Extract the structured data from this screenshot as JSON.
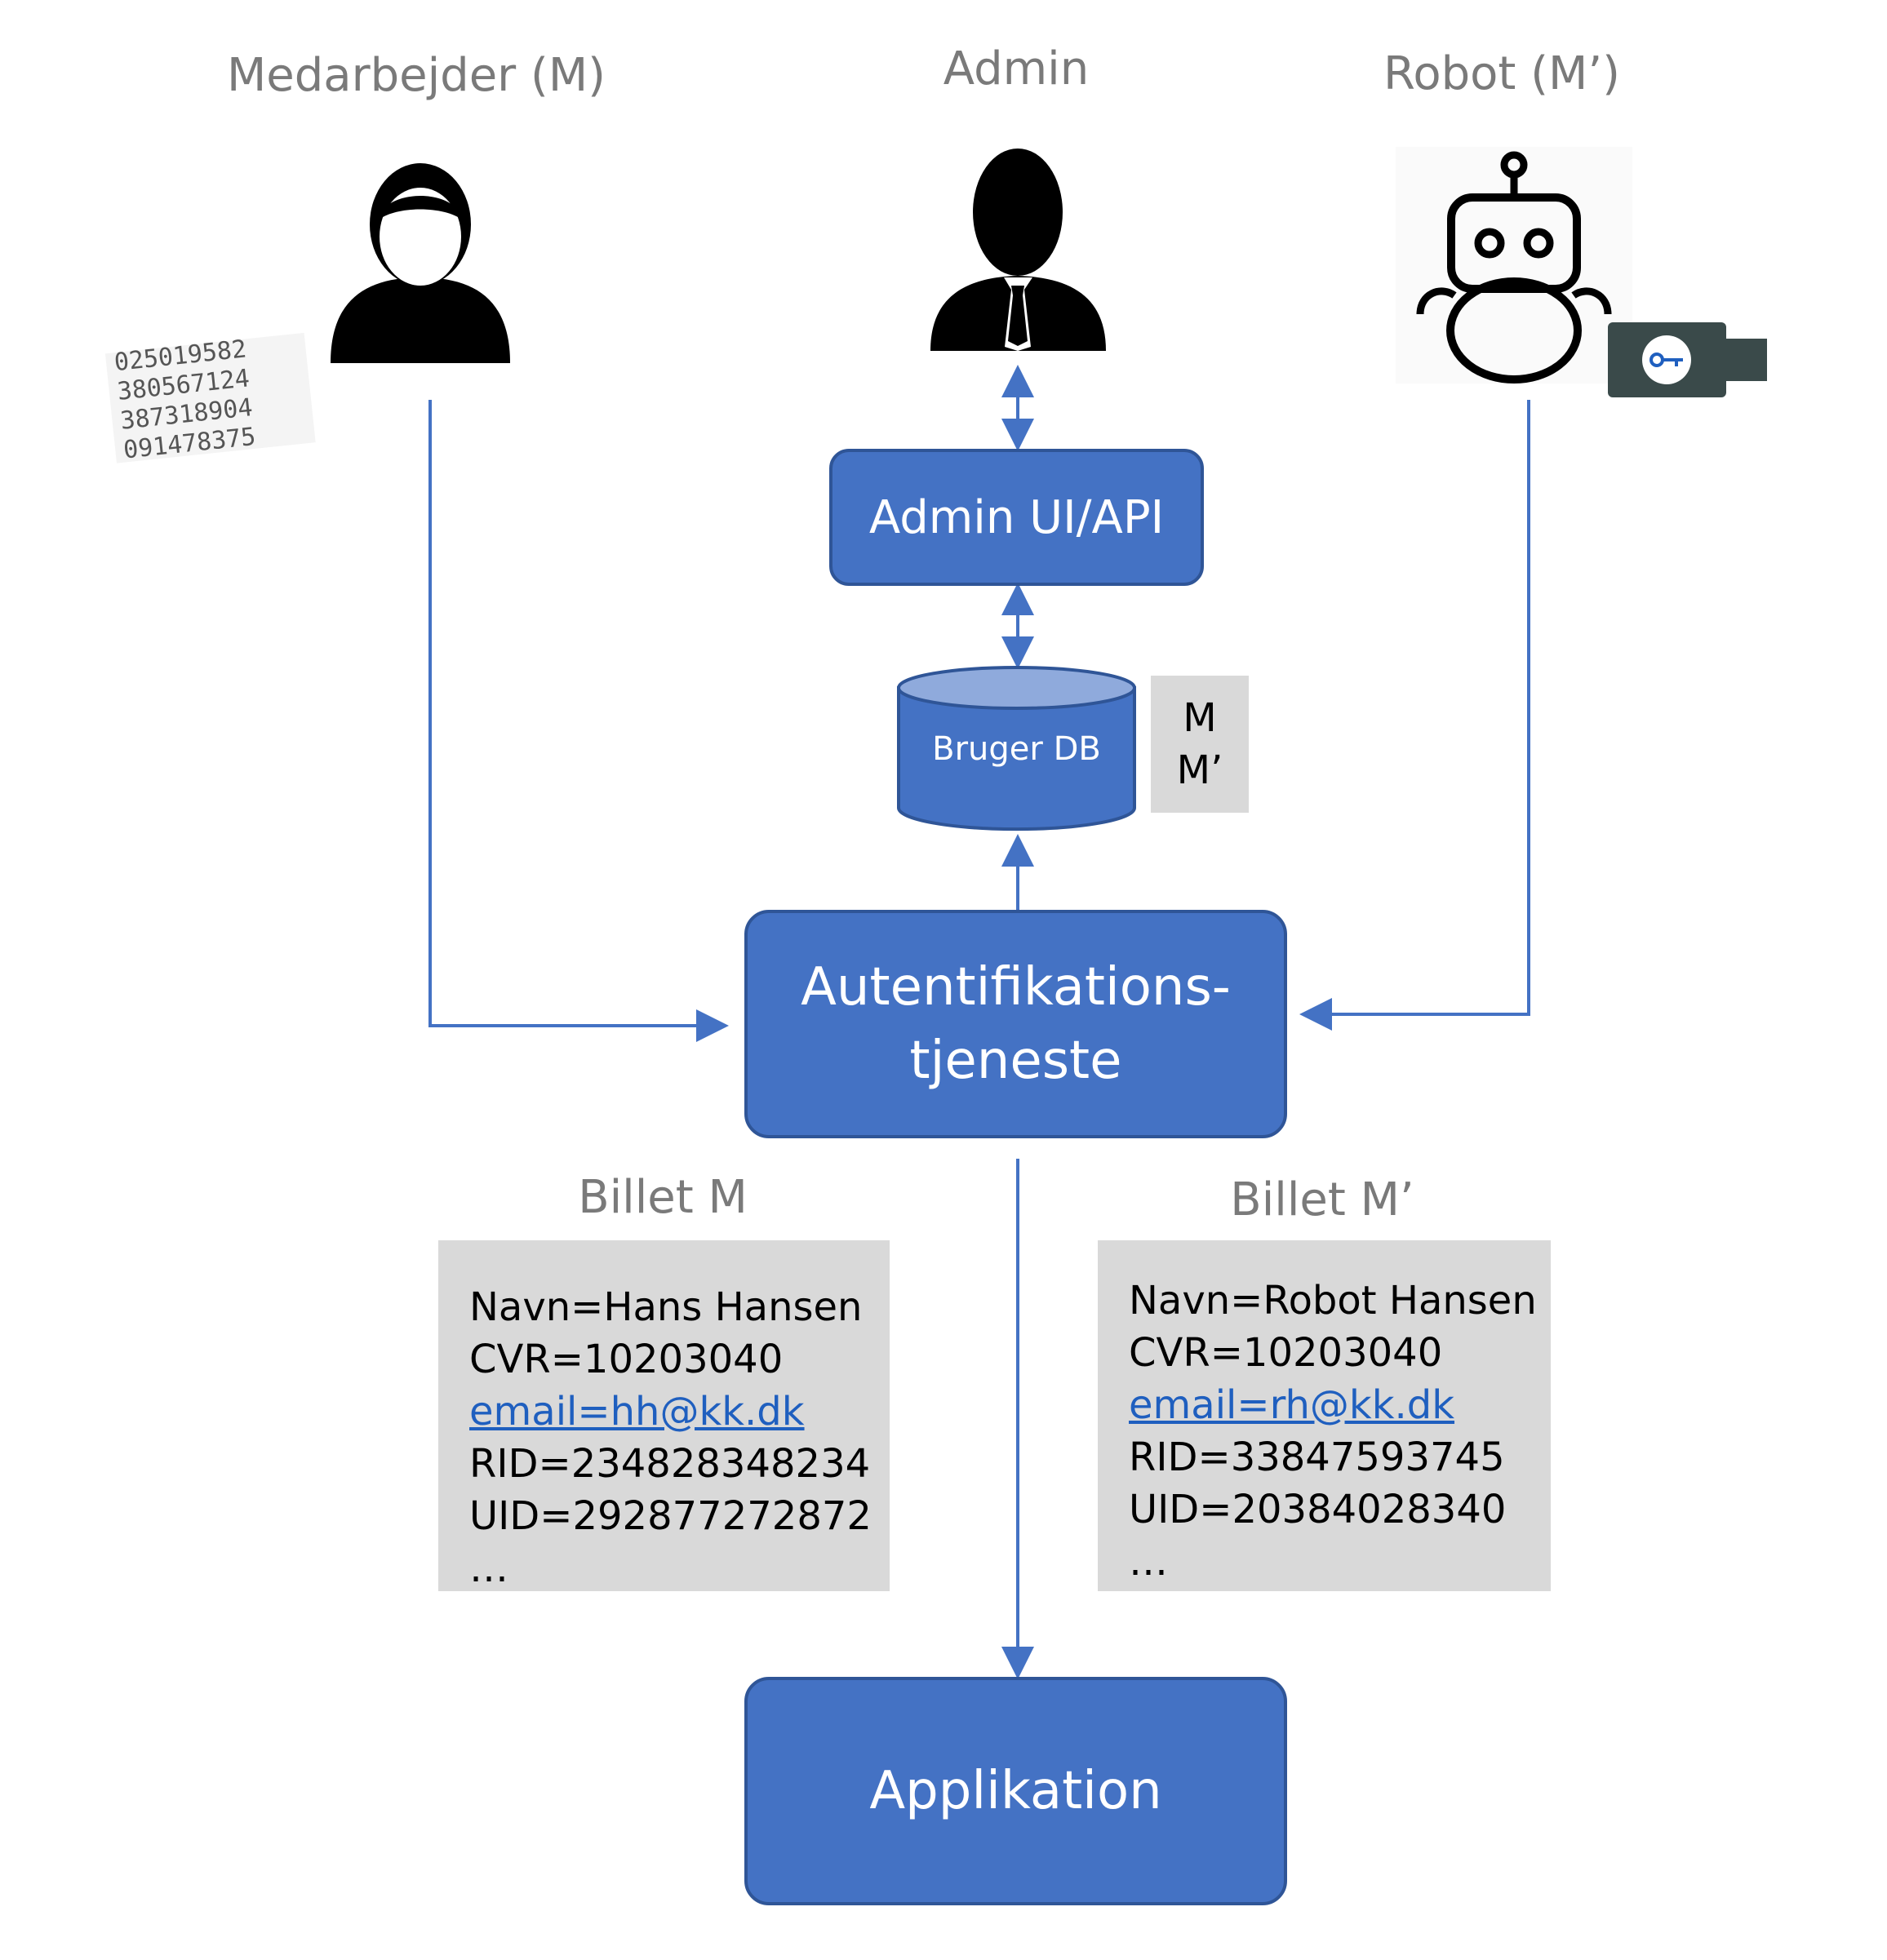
{
  "actors": {
    "employee": {
      "label": "Medarbejder (M)",
      "icon": "person-icon",
      "credential_icon": "nemid-card-icon"
    },
    "admin": {
      "label": "Admin",
      "icon": "businessman-icon"
    },
    "robot": {
      "label": "Robot (M’)",
      "icon": "robot-icon",
      "credential_icon": "usb-key-icon"
    }
  },
  "admin_ui": {
    "label": "Admin UI/API"
  },
  "user_db": {
    "label": "Bruger DB",
    "entries": [
      "M",
      "M’"
    ]
  },
  "auth_service": {
    "line1": "Autentifikations-",
    "line2": "tjeneste"
  },
  "application": {
    "label": "Applikation"
  },
  "ticket_m": {
    "title": "Billet M",
    "lines": [
      "Navn=Hans Hansen",
      "CVR=10203040",
      "email=hh@kk.dk",
      "RID=234828348234",
      "UID=292877272872",
      "…"
    ]
  },
  "ticket_m2": {
    "title": "Billet M’",
    "lines": [
      "Navn=Robot Hansen",
      "CVR=10203040",
      "email=rh@kk.dk",
      "RID=33847593745",
      "UID=20384028340",
      "…"
    ]
  },
  "colors": {
    "box_fill": "#4472c4",
    "box_border": "#2f5597",
    "arrow": "#4472c4",
    "db_top": "#8faadc",
    "gray_box": "#d9d9d9"
  }
}
